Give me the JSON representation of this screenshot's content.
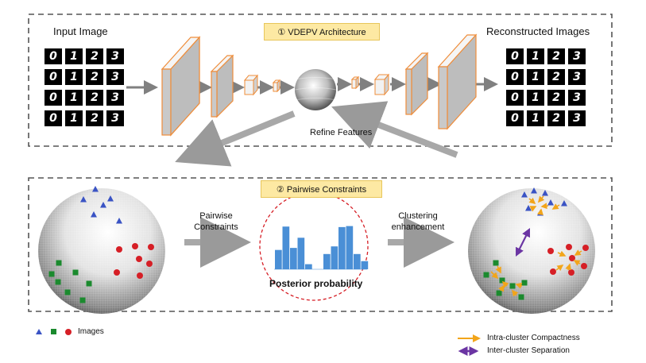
{
  "top_section": {
    "badge": "① VDEPV Architecture",
    "input_label": "Input Image",
    "output_label": "Reconstructed Images",
    "refine_label": "Refine Features"
  },
  "digit_grid": {
    "rows": [
      [
        "0",
        "1",
        "2",
        "3"
      ],
      [
        "0",
        "1",
        "2",
        "3"
      ],
      [
        "0",
        "1",
        "2",
        "3"
      ],
      [
        "0",
        "1",
        "2",
        "3"
      ]
    ]
  },
  "bottom_section": {
    "badge": "② Pairwise Constraints",
    "pairwise_line1": "Pairwise",
    "pairwise_line2": "Constraints",
    "clustering_line1": "Clustering",
    "clustering_line2": "enhancement",
    "posterior_label": "Posterior probability"
  },
  "histogram": {
    "bars_left": [
      0.38,
      0.84,
      0.42,
      0.62,
      0.1
    ],
    "bars_right": [
      0.3,
      0.45,
      0.83,
      0.85,
      0.3,
      0.16
    ]
  },
  "legend": {
    "images_label": "Images",
    "intra_label": "Intra-cluster Compactness",
    "inter_label": "Inter-cluster Separation"
  },
  "colors": {
    "blue": "#3a53c4",
    "red": "#d61f26",
    "green": "#1b8a2e",
    "orange": "#f2a51a",
    "purple": "#6b35a3",
    "bar": "#4a8fd6",
    "badge_bg": "#fde9a3",
    "block_edge": "#ef8d3a"
  }
}
